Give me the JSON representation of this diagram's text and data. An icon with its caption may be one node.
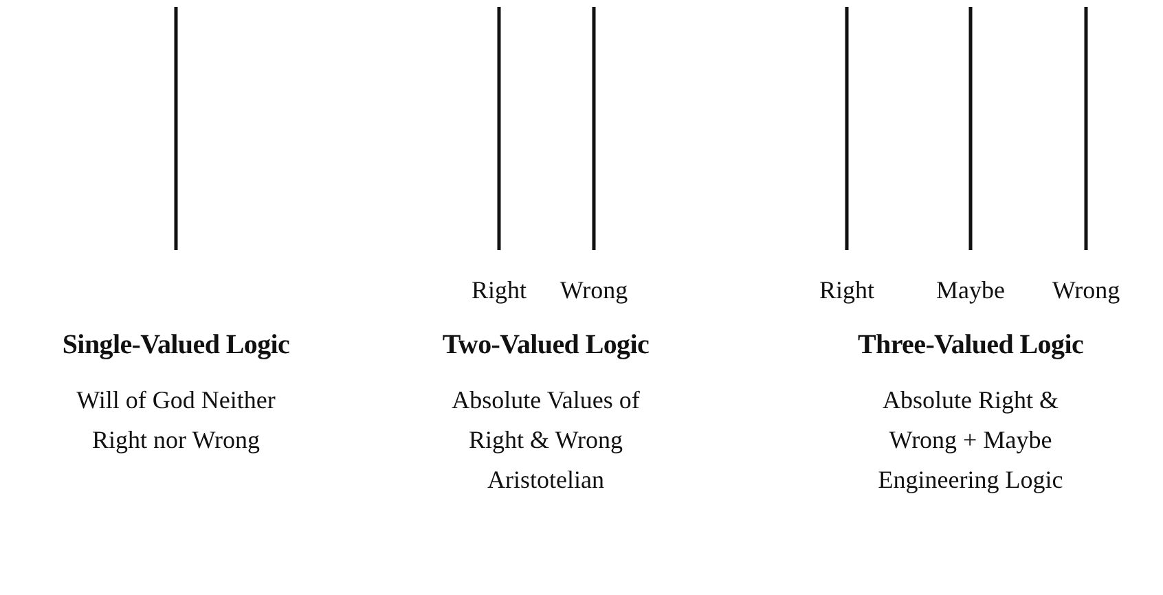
{
  "diagram": {
    "nodes": [
      {
        "text": [
          "Single-Valued Logic",
          "Will of God Neither Right nor Wrong"
        ]
      },
      {
        "text": [
          "Two-Valued Logic",
          "Absolute Values of Right & Wrong Aristotelian"
        ],
        "beside": [
          "Right",
          "Wrong"
        ]
      },
      {
        "text": [
          "Three-Valued Logic",
          "Absolute Right & Wrong + Maybe Engineering Logic"
        ],
        "beside": [
          "Right",
          "Maybe",
          "Wrong"
        ]
      }
    ]
  }
}
